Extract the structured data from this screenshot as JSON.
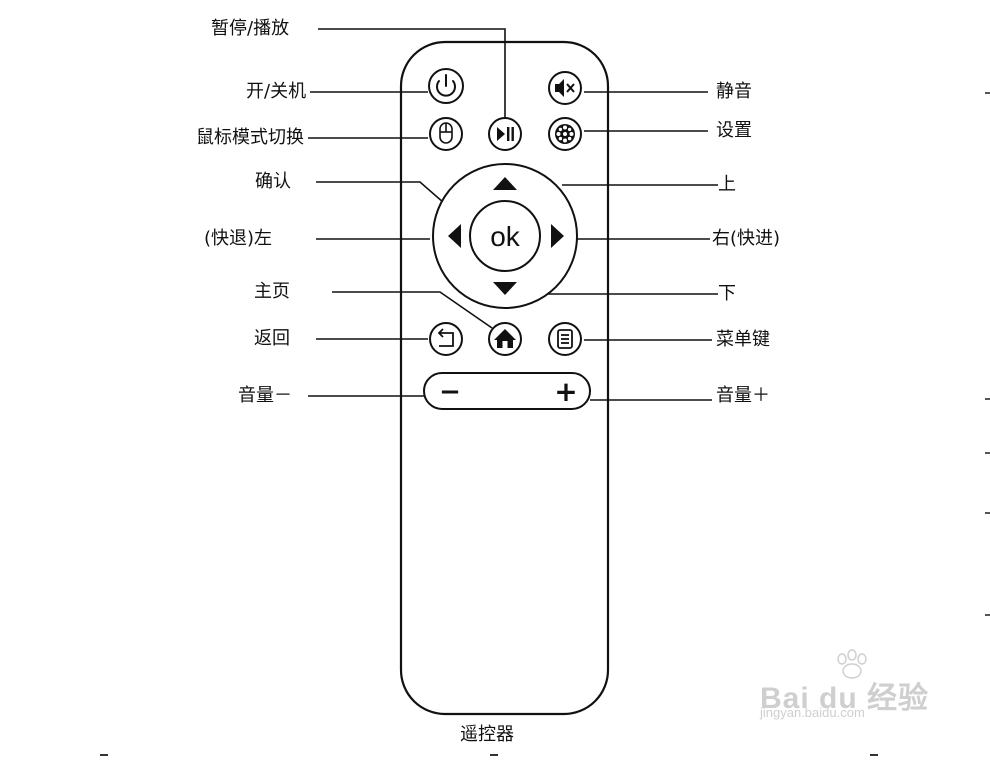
{
  "labels": {
    "pause_play": "暂停/播放",
    "power": "开/关机",
    "mouse_mode": "鼠标模式切换",
    "confirm": "确认",
    "left": "(快退)左",
    "home": "主页",
    "back": "返回",
    "volume_down": "音量－",
    "mute": "静音",
    "settings": "设置",
    "up": "上",
    "right": "右(快进)",
    "down": "下",
    "menu": "菜单键",
    "volume_up": "音量＋",
    "caption": "遥控器"
  },
  "buttons": {
    "ok": "ok",
    "minus": "−",
    "plus": "+"
  },
  "watermark": {
    "brand": "Bai du 经验",
    "sub": "jingyan.baidu.com"
  },
  "colors": {
    "stroke": "#111111",
    "watermark": "#c9c9c9"
  }
}
